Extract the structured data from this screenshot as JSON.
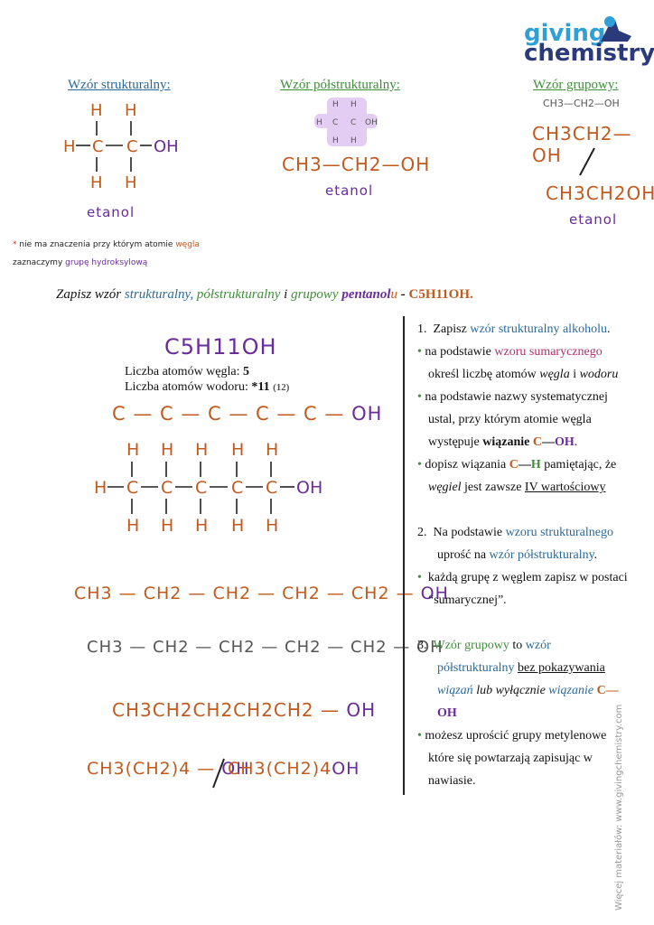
{
  "logo": {
    "line1": "giving",
    "line2": "chemistry"
  },
  "top": {
    "structural_heading": "Wzór strukturalny:",
    "semi_heading": "Wzór półstrukturalny:",
    "group_heading": "Wzór grupowy:",
    "ethanol_semi_formula": "CH3—CH2—OH",
    "ethanol_group_formula": "CH3CH2—OH",
    "ethanol_group_compact": "CH3CH2OH",
    "ethanol_group_small": "CH3—CH2—OH",
    "name": "etanol",
    "note_star": "*",
    "note_line1": "nie ma znaczenia przy którym atomie",
    "note_word_carbon": "węgla",
    "note_line2": "zaznaczymy",
    "note_word_group": "grupę hydroksylową"
  },
  "task": {
    "prefix": "Zapisz wzór",
    "w1": "strukturalny,",
    "w2": "półstrukturalny",
    "and": "i",
    "w3": "grupowy",
    "pent": "pentanol",
    "u": "u",
    "dash": "-",
    "formula": "C5H11OH."
  },
  "left": {
    "molecular_formula": "C5H11OH",
    "carbon_count_label": "Liczba atomów węgla:",
    "carbon_count": "5",
    "hydrogen_count_label": "Liczba atomów wodoru:",
    "hydrogen_count": "*11",
    "hydrogen_count_total": "(12)",
    "chain": "C — C — C — C — C —",
    "chain_oh": "OH",
    "semi_orange": "CH3 — CH2 — CH2 — CH2 — CH2 —",
    "semi_oh": "OH",
    "semi_gray": "CH3 — CH2 — CH2 — CH2 — CH2 — OH",
    "group_full": "CH3CH2CH2CH2CH2 —",
    "group_oh": "OH",
    "group_short_a": "CH3(CH2)4 —",
    "group_short_a_oh": "OH",
    "group_short_b": "CH3(CH2)4",
    "group_short_b_oh": "OH"
  },
  "right": {
    "i1_num": "1.",
    "i1_a": "Zapisz",
    "i1_b": "wzór strukturalny alkoholu",
    "i1_c": ".",
    "b1_a": "na podstawie",
    "b1_b": "wzoru sumarycznego",
    "b1_c": "określ liczbę atomów",
    "b1_d": "węgla",
    "b1_e": "i",
    "b1_f": "wodoru",
    "b2_a": "na podstawie nazwy systematycznej",
    "b2_b": "ustal, przy którym atomie węgla",
    "b2_c": "występuje",
    "b2_d": "wiązanie",
    "b2_e": "C",
    "b2_f": "—",
    "b2_g": "OH",
    "b2_h": ".",
    "b3_a": "dopisz wiązania",
    "b3_b": "C",
    "b3_c": "—",
    "b3_d": "H",
    "b3_e": "pamiętając, że",
    "b3_f": "węgiel",
    "b3_g": "jest zawsze",
    "b3_h": "IV wartościowy",
    "i2_num": "2.",
    "i2_a": "Na podstawie",
    "i2_b": "wzoru strukturalnego",
    "i2_c": "uprość na",
    "i2_d": "wzór półstrukturalny",
    "i2_e": ".",
    "b4_a": "każdą grupę z węglem zapisz w postaci",
    "b4_b": "“sumarycznej”.",
    "i3_num": "3.",
    "i3_a": "Wzór grupowy",
    "i3_b": "to",
    "i3_c": "wzór",
    "i3_d": "półstrukturalny",
    "i3_e": "bez pokazywania",
    "i3_f": "wiązań",
    "i3_g": "lub wyłącznie",
    "i3_h": "wiązanie",
    "i3_i": "C—",
    "i3_j": "OH",
    "b5_a": "możesz uprościć grupy metylenowe",
    "b5_b": "które się powtarzają zapisując w",
    "b5_c": "nawiasie."
  },
  "side": "Więcej materiałów: www.givingchemistry.com",
  "colors": {
    "orange": "#c05a1e",
    "purple": "#6a2c9a",
    "blue": "#2a6a9a",
    "green": "#3f8f3a"
  }
}
